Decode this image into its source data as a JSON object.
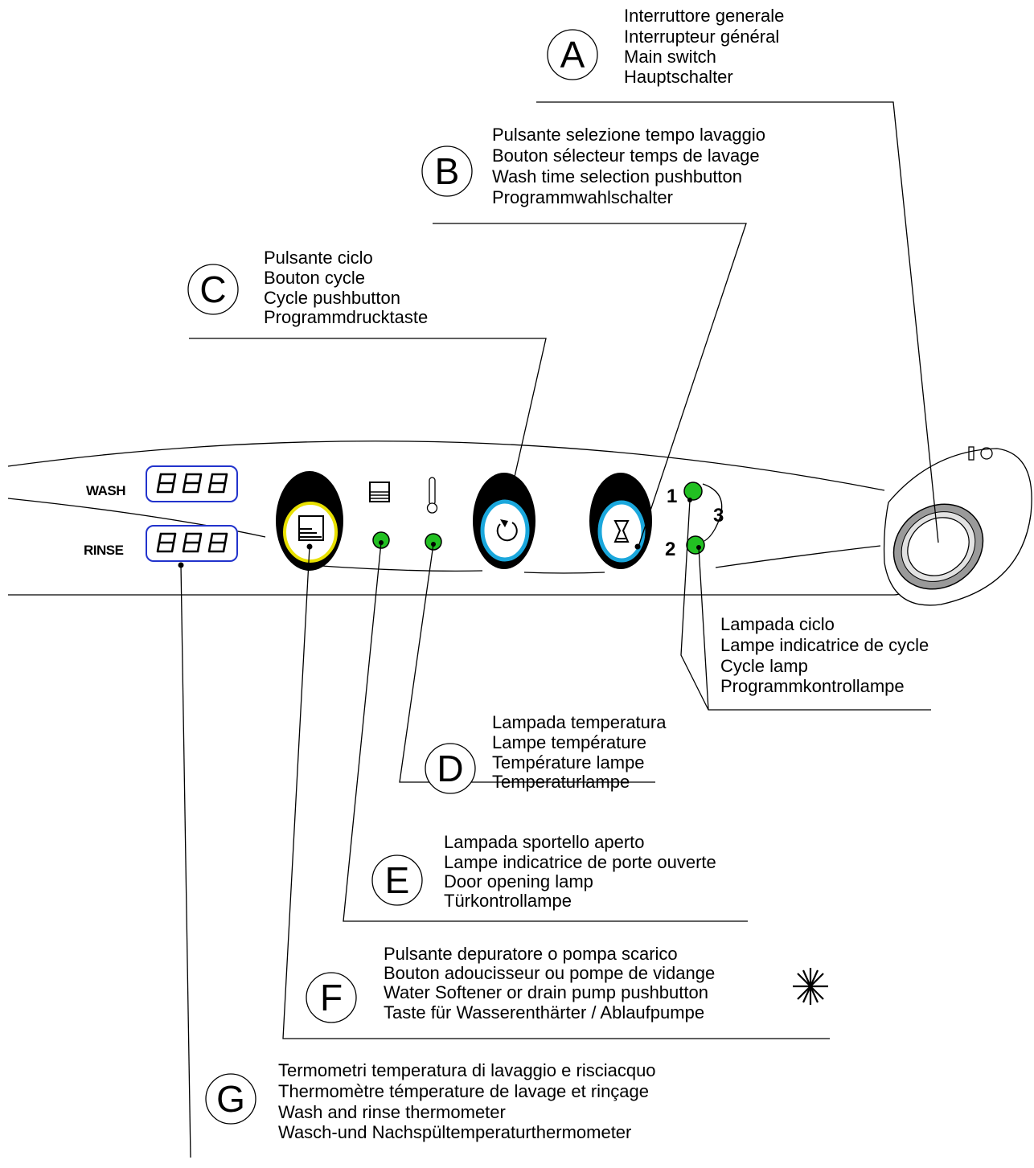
{
  "display": {
    "wash_label": "WASH",
    "rinse_label": "RINSE"
  },
  "selector": {
    "position_1": "1",
    "position_2": "2",
    "position_3": "3"
  },
  "callouts": {
    "A": {
      "letter": "A",
      "lines": [
        "Interruttore generale",
        "Interrupteur général",
        "Main switch",
        "Hauptschalter"
      ]
    },
    "B": {
      "letter": "B",
      "lines": [
        "Pulsante selezione tempo lavaggio",
        "Bouton sélecteur temps de lavage",
        "Wash time selection pushbutton",
        "Programmwahlschalter"
      ]
    },
    "C": {
      "letter": "C",
      "lines": [
        "Pulsante ciclo",
        "Bouton cycle",
        "Cycle pushbutton",
        "Programmdrucktaste"
      ]
    },
    "cycle_lamp": {
      "lines": [
        "Lampada ciclo",
        "Lampe indicatrice de cycle",
        "Cycle lamp",
        "Programmkontrollampe"
      ]
    },
    "D": {
      "letter": "D",
      "lines": [
        "Lampada temperatura",
        "Lampe température",
        "Température lampe",
        "Temperaturlampe"
      ]
    },
    "E": {
      "letter": "E",
      "lines": [
        "Lampada sportello aperto",
        "Lampe indicatrice de porte ouverte",
        "Door opening lamp",
        "Türkontrollampe"
      ]
    },
    "F": {
      "letter": "F",
      "lines": [
        "Pulsante depuratore o pompa scarico",
        "Bouton adoucisseur ou pompe de vidange",
        "Water Softener or drain pump pushbutton",
        "Taste für Wasserenthärter / Ablaufpumpe"
      ]
    },
    "G": {
      "letter": "G",
      "lines": [
        "Termometri temperatura di lavaggio e risciacquo",
        "Thermomètre témperature de lavage et rinçage",
        "Wash and rinse thermometer",
        "Wasch-und Nachspültemperaturthermometer"
      ]
    }
  },
  "colors": {
    "lamp_green": "#22c022",
    "button_blue_ring": "#1aa7dc",
    "button_yellow_ring": "#e8e000",
    "display_frame": "#2233cc",
    "switch_grey": "#888888"
  }
}
